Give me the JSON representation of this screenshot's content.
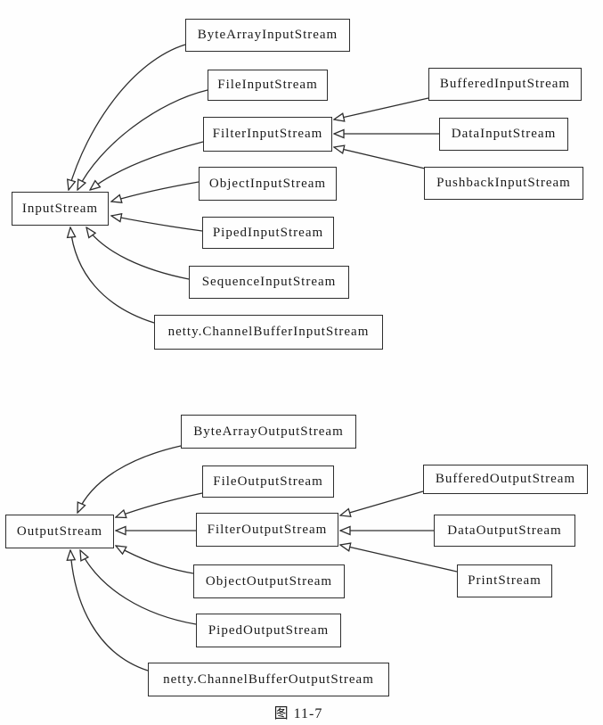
{
  "page": {
    "caption": "图 11-7",
    "background": "#fefefe"
  },
  "colors": {
    "line": "#2e2e2e",
    "box_border": "#2e2e2e",
    "box_fill": "#fefefe",
    "text": "#1a1a1a"
  },
  "input_hierarchy": {
    "root": {
      "label": "InputStream"
    },
    "children": [
      {
        "label": "ByteArrayInputStream"
      },
      {
        "label": "FileInputStream"
      },
      {
        "label": "FilterInputStream"
      },
      {
        "label": "ObjectInputStream"
      },
      {
        "label": "PipedInputStream"
      },
      {
        "label": "SequenceInputStream"
      },
      {
        "label": "netty.ChannelBufferInputStream"
      }
    ],
    "filter_children": [
      {
        "label": "BufferedInputStream"
      },
      {
        "label": "DataInputStream"
      },
      {
        "label": "PushbackInputStream"
      }
    ],
    "edges": [
      {
        "from": "ByteArrayInputStream",
        "to": "InputStream",
        "relation": "extends"
      },
      {
        "from": "FileInputStream",
        "to": "InputStream",
        "relation": "extends"
      },
      {
        "from": "FilterInputStream",
        "to": "InputStream",
        "relation": "extends"
      },
      {
        "from": "ObjectInputStream",
        "to": "InputStream",
        "relation": "extends"
      },
      {
        "from": "PipedInputStream",
        "to": "InputStream",
        "relation": "extends"
      },
      {
        "from": "SequenceInputStream",
        "to": "InputStream",
        "relation": "extends"
      },
      {
        "from": "netty.ChannelBufferInputStream",
        "to": "InputStream",
        "relation": "extends"
      },
      {
        "from": "BufferedInputStream",
        "to": "FilterInputStream",
        "relation": "extends"
      },
      {
        "from": "DataInputStream",
        "to": "FilterInputStream",
        "relation": "extends"
      },
      {
        "from": "PushbackInputStream",
        "to": "FilterInputStream",
        "relation": "extends"
      }
    ]
  },
  "output_hierarchy": {
    "root": {
      "label": "OutputStream"
    },
    "children": [
      {
        "label": "ByteArrayOutputStream"
      },
      {
        "label": "FileOutputStream"
      },
      {
        "label": "FilterOutputStream"
      },
      {
        "label": "ObjectOutputStream"
      },
      {
        "label": "PipedOutputStream"
      },
      {
        "label": "netty.ChannelBufferOutputStream"
      }
    ],
    "filter_children": [
      {
        "label": "BufferedOutputStream"
      },
      {
        "label": "DataOutputStream"
      },
      {
        "label": "PrintStream"
      }
    ],
    "edges": [
      {
        "from": "ByteArrayOutputStream",
        "to": "OutputStream",
        "relation": "extends"
      },
      {
        "from": "FileOutputStream",
        "to": "OutputStream",
        "relation": "extends"
      },
      {
        "from": "FilterOutputStream",
        "to": "OutputStream",
        "relation": "extends"
      },
      {
        "from": "ObjectOutputStream",
        "to": "OutputStream",
        "relation": "extends"
      },
      {
        "from": "PipedOutputStream",
        "to": "OutputStream",
        "relation": "extends"
      },
      {
        "from": "netty.ChannelBufferOutputStream",
        "to": "OutputStream",
        "relation": "extends"
      },
      {
        "from": "BufferedOutputStream",
        "to": "FilterOutputStream",
        "relation": "extends"
      },
      {
        "from": "DataOutputStream",
        "to": "FilterOutputStream",
        "relation": "extends"
      },
      {
        "from": "PrintStream",
        "to": "FilterOutputStream",
        "relation": "extends"
      }
    ]
  }
}
